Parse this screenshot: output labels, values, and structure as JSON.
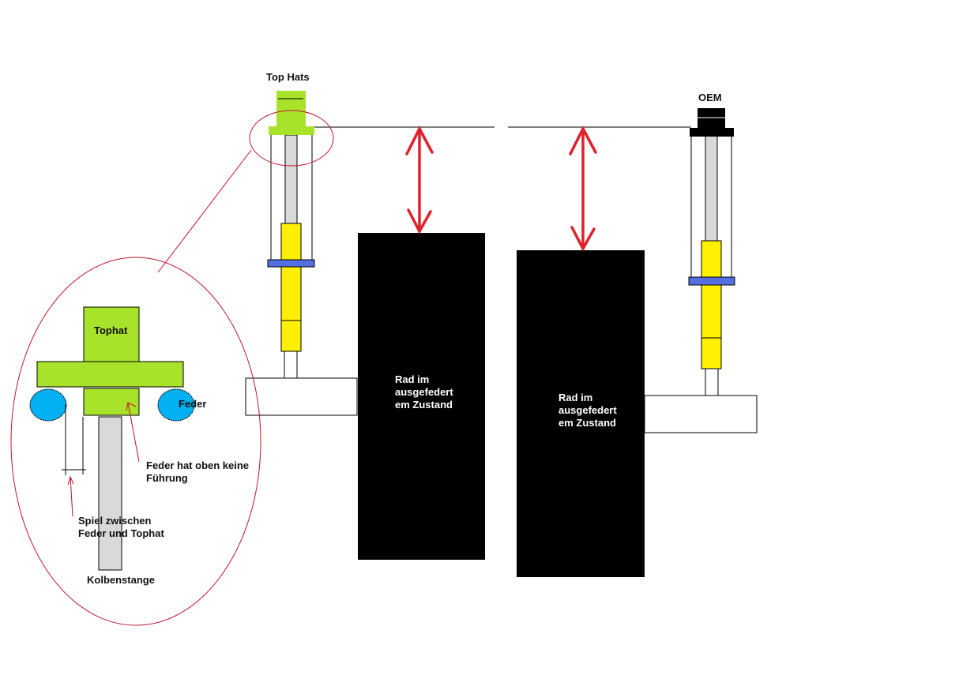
{
  "labels": {
    "top_hats": "Top Hats",
    "oem": "OEM",
    "wheel_left": "Rad im\nausgefedert\nem Zustand",
    "wheel_right": "Rad im\nausgefedert\nem Zustand",
    "tophat": "Tophat",
    "feder": "Feder",
    "no_guide": "Feder hat oben keine\nFührung",
    "play": "Spiel zwischen\nFeder und Tophat",
    "piston_rod": "Kolbenstange"
  },
  "colors": {
    "tophat_green": "#a8e22a",
    "damper_yellow": "#ffef00",
    "spring_seat_blue": "#5470e0",
    "spring_blue": "#00b0f0",
    "rod_gray": "#d9d9d9",
    "arrow_red": "#e0202a",
    "annotation_red": "#c0142a",
    "wheel_black": "#000000"
  }
}
